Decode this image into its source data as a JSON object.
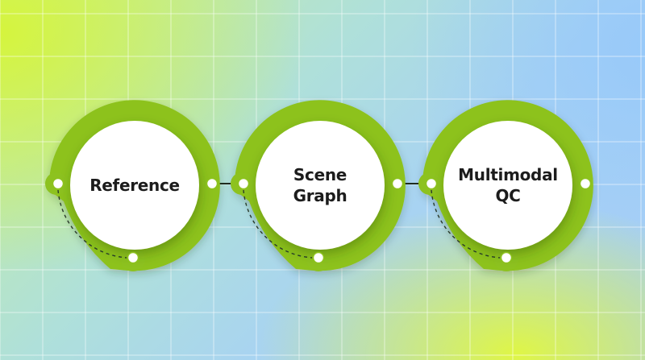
{
  "steps": [
    {
      "id": "reference",
      "lines": [
        "Reference"
      ]
    },
    {
      "id": "scene-graph",
      "lines": [
        "Scene",
        "Graph"
      ]
    },
    {
      "id": "multimodal-qc",
      "lines": [
        "Multimodal",
        "QC"
      ]
    }
  ],
  "colors": {
    "ring": "#8dc21f",
    "ring_light": "#a6d63a",
    "circle": "#ffffff",
    "connector": "#1f2d1f",
    "dash": "#2a3a2a",
    "text": "#1c1c1c",
    "grid": "#ffffff"
  }
}
